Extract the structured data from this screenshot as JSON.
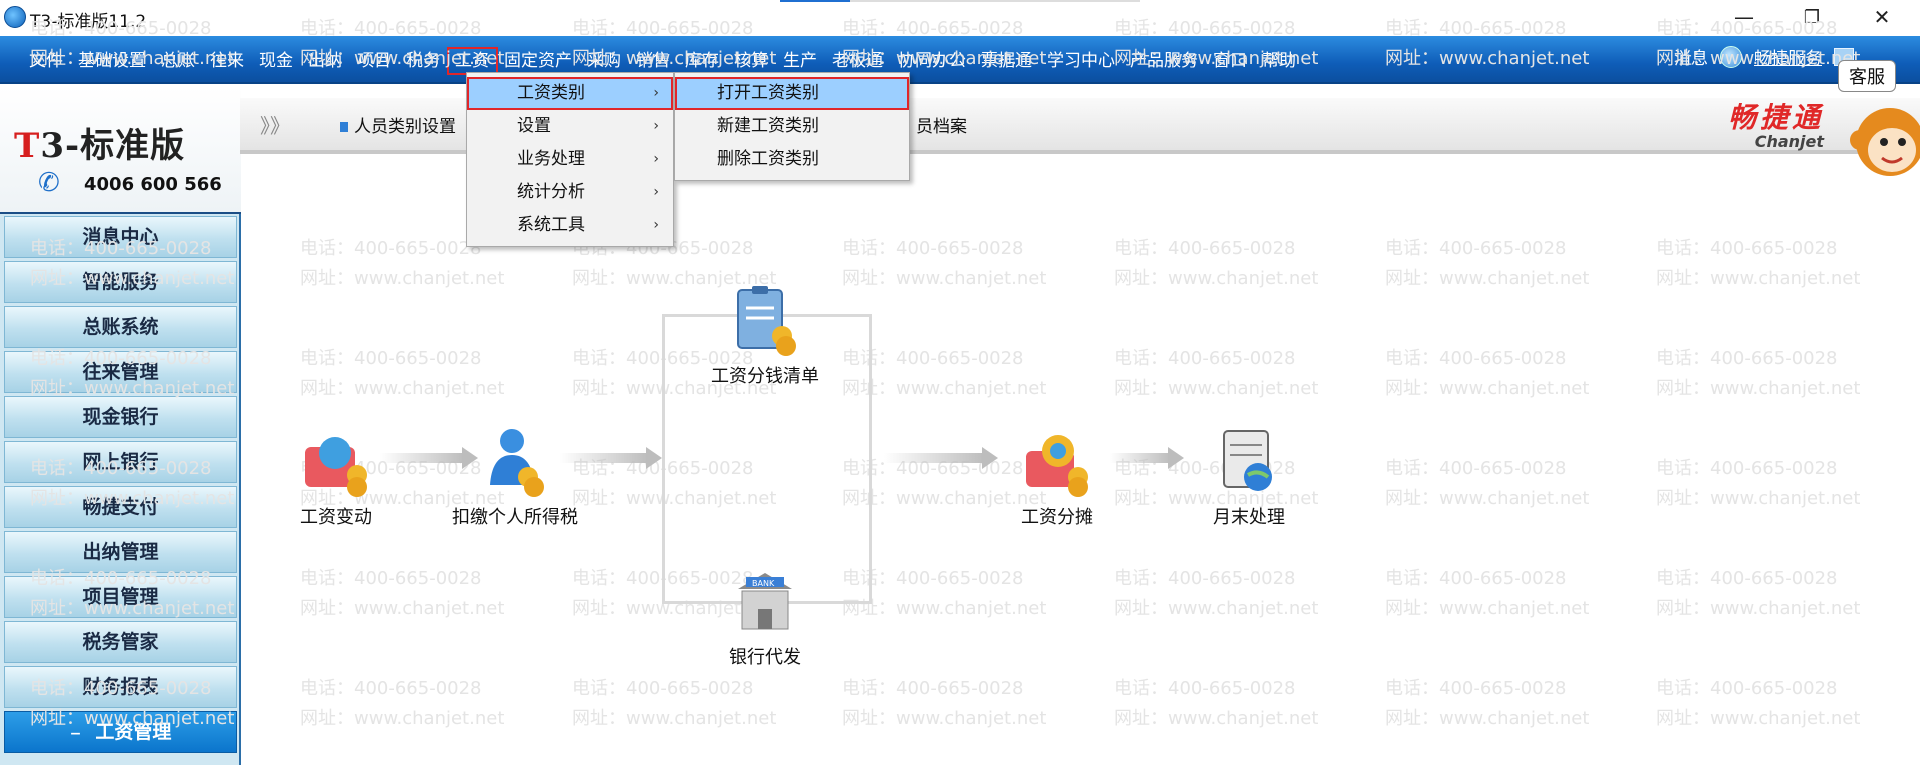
{
  "window": {
    "title": "T3-标准版11.2",
    "controls": {
      "minimize": "—",
      "restore": "❐",
      "close": "✕"
    }
  },
  "menubar": {
    "items": [
      "文件",
      "基础设置",
      "总账",
      "往来",
      "现金",
      "出纳",
      "项目",
      "税务",
      "工资",
      "固定资产",
      "采购",
      "销售",
      "库存",
      "核算",
      "生产",
      "老板通",
      "协同办公",
      "票据通",
      "学习中心",
      "产品服务",
      "窗口",
      "帮助"
    ],
    "active_index": 8,
    "right": {
      "messages": "消息",
      "link": "畅捷服务"
    }
  },
  "toolbar": {
    "chevron": "》》",
    "items": [
      "人员类别设置",
      "员档案"
    ]
  },
  "logo": {
    "brand_t": "T",
    "brand_rest": "3-标准版",
    "phone": "4006 600 566"
  },
  "sidebar": {
    "items": [
      "消息中心",
      "智能服务",
      "总账系统",
      "往来管理",
      "现金银行",
      "网上银行",
      "畅捷支付",
      "出纳管理",
      "项目管理",
      "税务管家",
      "财务报表",
      "工资管理"
    ],
    "active_index": 11,
    "active_prefix": "−"
  },
  "brand_right": {
    "cn": "畅捷通",
    "en": "Chanjet",
    "service": "客服"
  },
  "watermark": {
    "phone": "电话：400-665-0028",
    "site": "网址：www.chanjet.net"
  },
  "workflow": {
    "nodes": [
      "工资变动",
      "扣缴个人所得税",
      "工资分钱清单",
      "银行代发",
      "工资分摊",
      "月末处理"
    ]
  },
  "menus": {
    "salary": {
      "items": [
        "工资类别",
        "设置",
        "业务处理",
        "统计分析",
        "系统工具"
      ],
      "highlight_index": 0
    },
    "salary_type": {
      "items": [
        "打开工资类别",
        "新建工资类别",
        "删除工资类别"
      ],
      "highlight_index": 0
    }
  },
  "colors": {
    "accent": "#0f5db8",
    "highlight": "#9ccfff",
    "outline": "#e0262a",
    "brand": "#e02828"
  }
}
